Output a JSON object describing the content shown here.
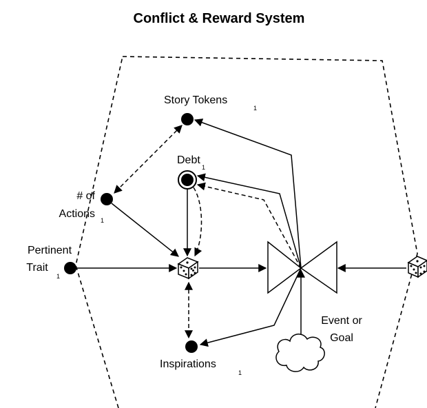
{
  "title": "Conflict & Reward System",
  "nodes": {
    "story_tokens": {
      "label": "Story Tokens",
      "sub": "1"
    },
    "debt": {
      "label": "Debt",
      "sub": "1"
    },
    "actions": {
      "label_line1": "# of",
      "label_line2": "Actions",
      "sub": "1"
    },
    "trait": {
      "label_line1": "Pertinent",
      "label_line2": "Trait",
      "sub": "1"
    },
    "inspirations": {
      "label": "Inspirations",
      "sub": "1"
    },
    "event": {
      "label_line1": "Event or",
      "label_line2": "Goal"
    }
  },
  "icons": [
    "dice-icon",
    "gate-icon",
    "cloud-icon"
  ]
}
